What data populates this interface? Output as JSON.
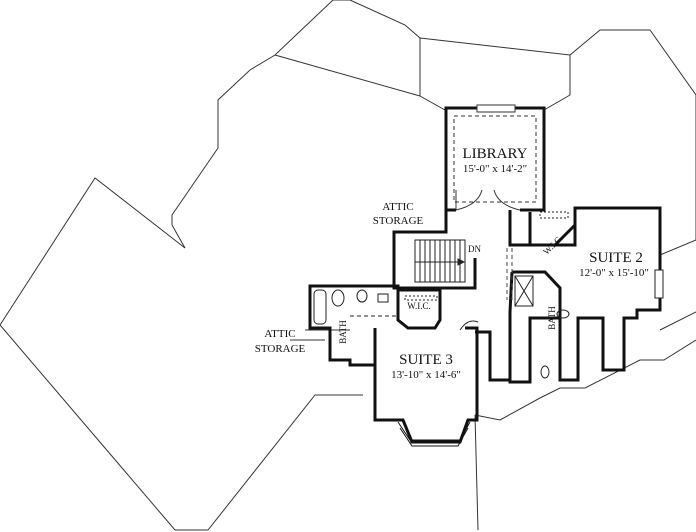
{
  "rooms": {
    "library": {
      "name": "LIBRARY",
      "dims": "15'-0\" x 14'-2\""
    },
    "suite2": {
      "name": "SUITE 2",
      "dims": "12'-0\" x 15'-10\""
    },
    "suite3": {
      "name": "SUITE 3",
      "dims": "13'-10\" x 14'-6\""
    }
  },
  "labels": {
    "attic_storage_top": [
      "ATTIC",
      "STORAGE"
    ],
    "attic_storage_left": [
      "ATTIC",
      "STORAGE"
    ],
    "wic_suite2": "W.I.C.",
    "wic_suite3": "W.I.C.",
    "bath_suite2": "BATH",
    "bath_suite3": "BATH",
    "stair_down": "DN"
  }
}
